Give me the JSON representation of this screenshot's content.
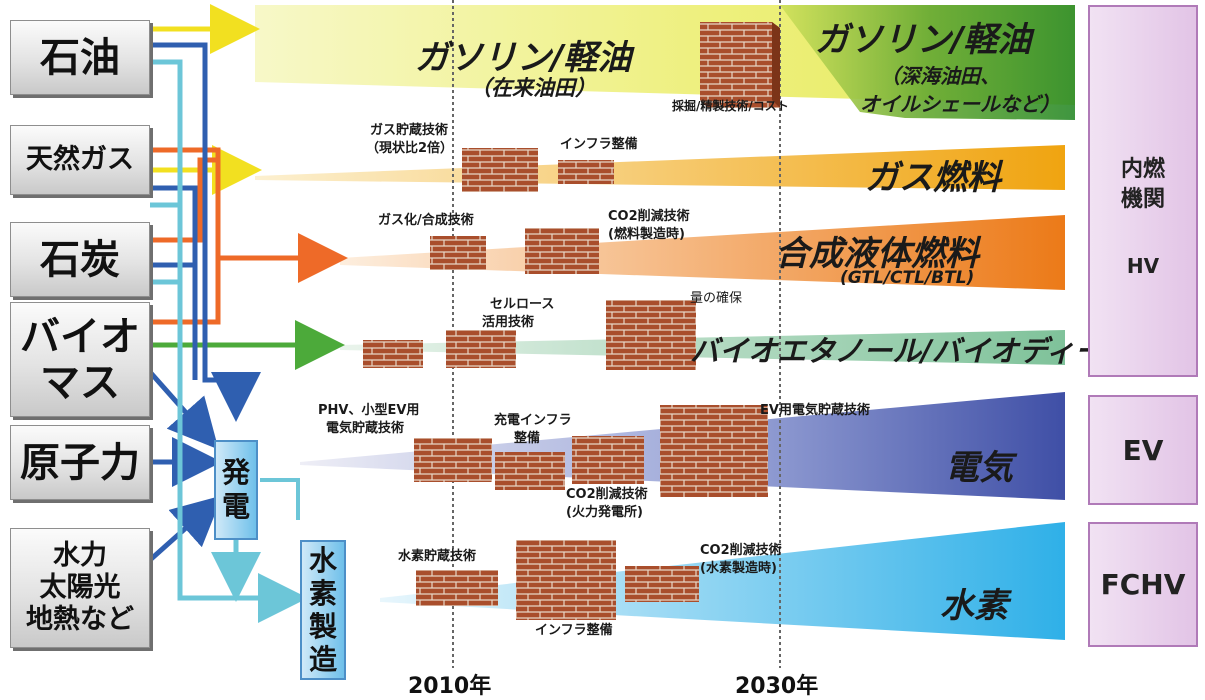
{
  "sources": {
    "oil": "石油",
    "gas": "天然ガス",
    "coal": "石炭",
    "biomass_1": "バイオ",
    "biomass_2": "マス",
    "nuclear": "原子力",
    "renew_1": "水力",
    "renew_2": "太陽光",
    "renew_3": "地熱など"
  },
  "process": {
    "power": [
      "発",
      "電"
    ],
    "hydrogen": [
      "水",
      "素",
      "製",
      "造"
    ]
  },
  "fuels": {
    "gasoline_a": "ガソリン/軽油",
    "gasoline_a_sub": "（在来油田）",
    "gasoline_b": "ガソリン/軽油",
    "gasoline_b_sub1": "（深海油田、",
    "gasoline_b_sub2": "オイルシェールなど）",
    "gas_fuel": "ガス燃料",
    "synthetic": "合成液体燃料",
    "synthetic_sub": "(GTL/CTL/BTL)",
    "bio": "バイオエタノール/バイオディーゼル",
    "electric": "電気",
    "hydrogen": "水素"
  },
  "barriers": {
    "mining": "採掘/精製技術/コスト",
    "gas_storage_1": "ガス貯蔵技術",
    "gas_storage_2": "（現状比2倍）",
    "infra": "インフラ整備",
    "gasify": "ガス化/合成技術",
    "co2_fuel_1": "CO2削減技術",
    "co2_fuel_2": "(燃料製造時)",
    "cellulose_1": "セルロース",
    "cellulose_2": "活用技術",
    "quantity": "量の確保",
    "phv_1": "PHV、小型EV用",
    "phv_2": "電気貯蔵技術",
    "charge_1": "充電インフラ",
    "charge_2": "整備",
    "co2_power_1": "CO2削減技術",
    "co2_power_2": "(火力発電所)",
    "ev_storage": "EV用電気貯蔵技術",
    "h2_storage": "水素貯蔵技術",
    "h2_infra": "インフラ整備",
    "co2_h2_1": "CO2削減技術",
    "co2_h2_2": "(水素製造時)"
  },
  "vehicles": {
    "ice_1": "内燃",
    "ice_2": "機関",
    "hv": "HV",
    "ev": "EV",
    "fchv": "FCHV"
  },
  "years": {
    "y2010": "2010年",
    "y2030": "2030年"
  },
  "colors": {
    "oil_band": "#eef08a",
    "gas_band": "#f3b020",
    "synthetic_band": "#ee8a20",
    "bio_band": "#5fae7a",
    "electric_band": "#4a5aa8",
    "hydrogen_band": "#3fb4e6",
    "arrow_yellow": "#f2e020",
    "arrow_blue": "#2f5fb0",
    "arrow_cyan": "#6cc6d8",
    "arrow_orange": "#ee6a28",
    "arrow_green": "#4caa3a",
    "brick": "#a94e2c"
  }
}
